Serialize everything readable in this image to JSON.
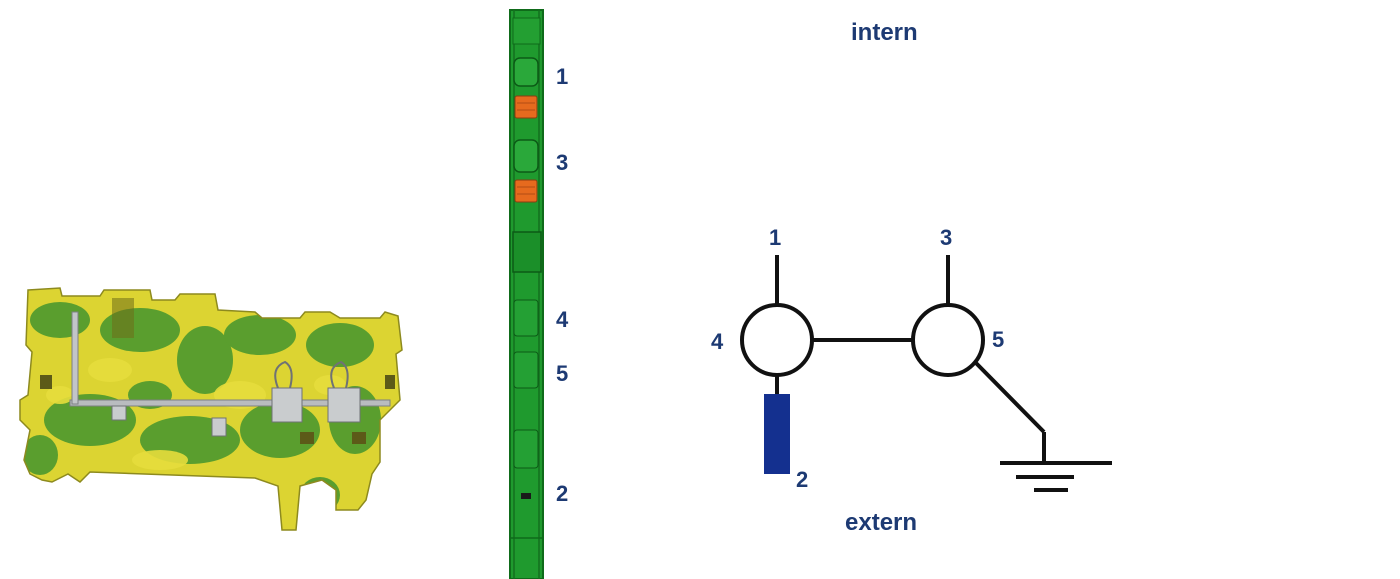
{
  "colors": {
    "label": "#1d3a73",
    "strip_green": "#1f9a2e",
    "strip_dark": "#0f6b1a",
    "orange": "#e66a1e",
    "yellow": "#d8d233",
    "schematic_blue": "#14308f"
  },
  "product": {
    "icon": "terminal-block-pe-icon"
  },
  "strip": {
    "terminals": [
      {
        "id": "t1",
        "label": "1"
      },
      {
        "id": "t3",
        "label": "3"
      },
      {
        "id": "t4",
        "label": "4"
      },
      {
        "id": "t5",
        "label": "5"
      },
      {
        "id": "t2",
        "label": "2"
      }
    ]
  },
  "schematic": {
    "top_label": "intern",
    "bottom_label": "extern",
    "node_labels": {
      "n1": "1",
      "n3": "3",
      "n4": "4",
      "n5": "5",
      "n2": "2"
    },
    "ground_icon": "ground-symbol-icon"
  }
}
